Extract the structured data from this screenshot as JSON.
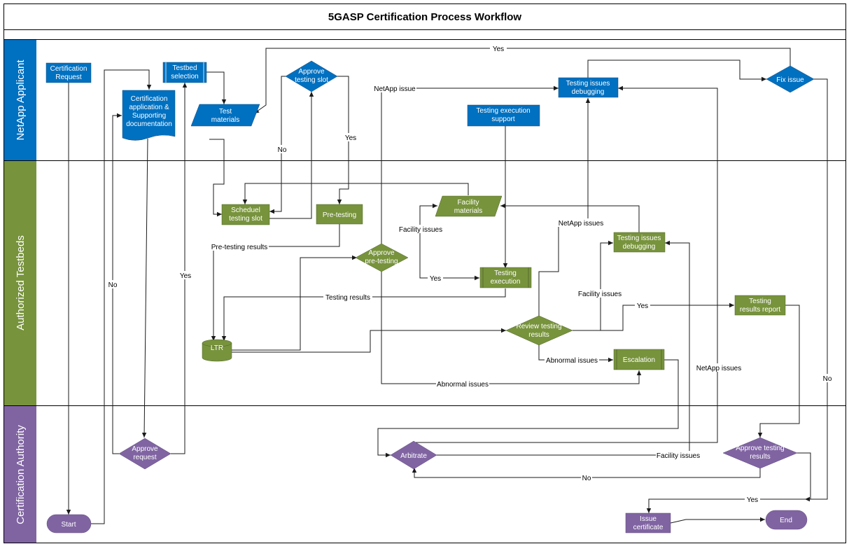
{
  "title": "5GASP Certification Process Workflow",
  "colors": {
    "blue": "#0070c0",
    "green": "#77933c",
    "purple": "#8064a2",
    "lane_blue": "#0070c0",
    "lane_green": "#77933c",
    "lane_purple": "#8064a2"
  },
  "lanes": {
    "applicant": "NetApp Applicant",
    "testbeds": "Authorized Testbeds",
    "authority": "Certification Authority"
  },
  "nodes": {
    "cert_request": [
      "Certification",
      "Request"
    ],
    "testbed_selection": [
      "Testbed",
      "selection"
    ],
    "cert_application": [
      "Certification",
      "application &",
      "Supporting",
      "documentation"
    ],
    "test_materials": [
      "Test",
      "materials"
    ],
    "approve_slot": [
      "Approve",
      "testing slot"
    ],
    "debug_app": [
      "Testing issues",
      "debugging"
    ],
    "fix_issue": [
      "Fix issue"
    ],
    "exec_support": [
      "Testing execution",
      "support"
    ],
    "schedule_slot": [
      "Scheduel",
      "testing slot"
    ],
    "pre_testing": [
      "Pre-testing"
    ],
    "facility_materials": [
      "Facility",
      "materials"
    ],
    "approve_pretesting": [
      "Approve",
      "pre-testing"
    ],
    "testing_execution": [
      "Testing",
      "execution"
    ],
    "debug_tb": [
      "Testing issues",
      "debugging"
    ],
    "review_results": [
      "Review testing",
      "results"
    ],
    "results_report": [
      "Testing",
      "results report"
    ],
    "ltr": [
      "LTR"
    ],
    "escalation": [
      "Escalation"
    ],
    "approve_request": [
      "Approve",
      "request"
    ],
    "arbitrate": [
      "Arbitrate"
    ],
    "approve_results": [
      "Approve testing",
      "results"
    ],
    "start": [
      "Start"
    ],
    "issue_certificate": [
      "Issue",
      "certificate"
    ],
    "end": [
      "End"
    ]
  },
  "edge_labels": {
    "yes_top": "Yes",
    "netapp_issue": "NetApp issue",
    "no_slot": "No",
    "yes_slot": "Yes",
    "facility_issues_1": "Facility issues",
    "netapp_issues_1": "NetApp issues",
    "pretesting_results": "Pre-testing results",
    "yes_pretest": "Yes",
    "testing_results": "Testing results",
    "facility_issues_2": "Facility issues",
    "yes_review": "Yes",
    "no_request": "No",
    "yes_request": "Yes",
    "abnormal_issues_1": "Abnormal issues",
    "netapp_issues_2": "NetApp issues",
    "abnormal_issues_2": "Abnormal issues",
    "no_fix": "No",
    "facility_issues_3": "Facility issues",
    "no_results": "No",
    "yes_results": "Yes"
  }
}
